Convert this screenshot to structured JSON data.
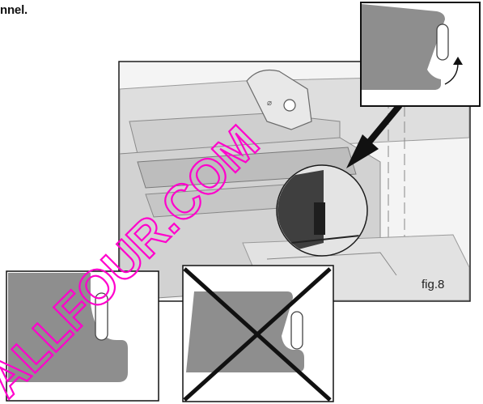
{
  "page": {
    "heading_fragment": "nnel.",
    "figure_label": "fig.8",
    "watermark_text": "ALLFOUR.COM"
  },
  "colors": {
    "panel_fill": "#8e8e8e",
    "line": "#1a1a1a",
    "watermark": "#ff00cc",
    "device_light": "#e6e6e6",
    "device_mid": "#c9c9c9",
    "device_dark": "#6f6f6f"
  },
  "icons": {
    "rotate_arrow": "curved-arrow-icon",
    "pointer": "diagonal-arrow-icon",
    "reject": "x-cross-icon"
  }
}
